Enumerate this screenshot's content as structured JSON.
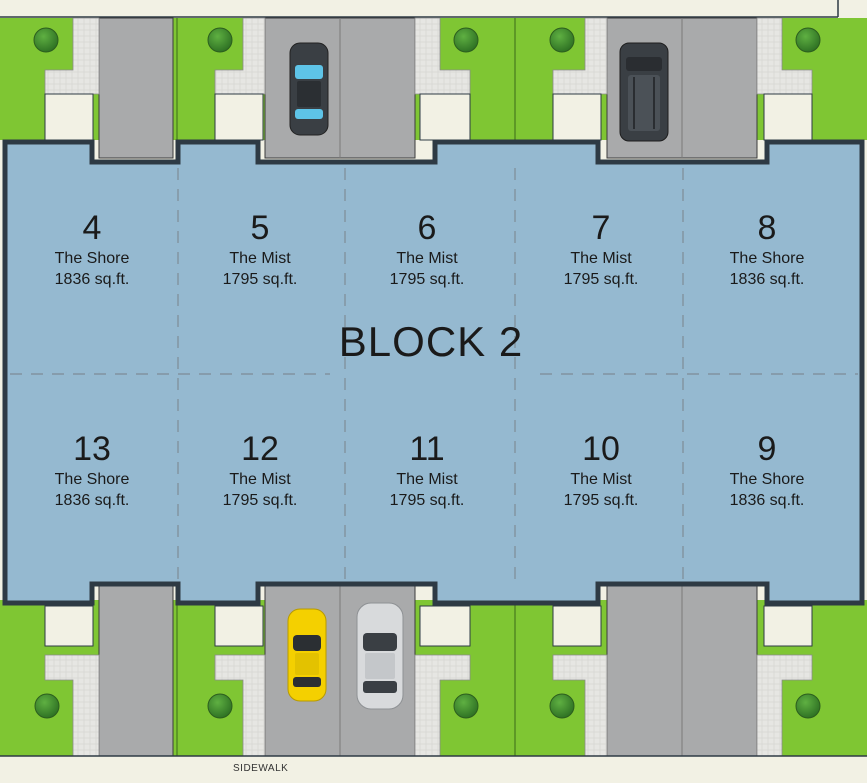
{
  "block": {
    "label": "BLOCK 2"
  },
  "sidewalk": {
    "label": "SIDEWALK"
  },
  "lots_top": [
    {
      "number": "4",
      "model": "The Shore",
      "area": "1836 sq.ft."
    },
    {
      "number": "5",
      "model": "The Mist",
      "area": "1795 sq.ft."
    },
    {
      "number": "6",
      "model": "The Mist",
      "area": "1795 sq.ft."
    },
    {
      "number": "7",
      "model": "The Mist",
      "area": "1795 sq.ft."
    },
    {
      "number": "8",
      "model": "The Shore",
      "area": "1836 sq.ft."
    }
  ],
  "lots_bottom": [
    {
      "number": "13",
      "model": "The Shore",
      "area": "1836 sq.ft."
    },
    {
      "number": "12",
      "model": "The Mist",
      "area": "1795 sq.ft."
    },
    {
      "number": "11",
      "model": "The Mist",
      "area": "1795 sq.ft."
    },
    {
      "number": "10",
      "model": "The Mist",
      "area": "1795 sq.ft."
    },
    {
      "number": "9",
      "model": "The Shore",
      "area": "1836 sq.ft."
    }
  ],
  "colors": {
    "building_fill": "#95b9d0",
    "building_outline": "#2e3a44",
    "lawn": "#7fc633",
    "driveway": "#a9aaab",
    "walkway": "#dcdcda",
    "patio": "#f2f1e4",
    "tree": "#3f8f2d",
    "car_yellow": "#f4d000",
    "car_silver": "#d8dadc",
    "car_dark": "#3a3f44"
  }
}
